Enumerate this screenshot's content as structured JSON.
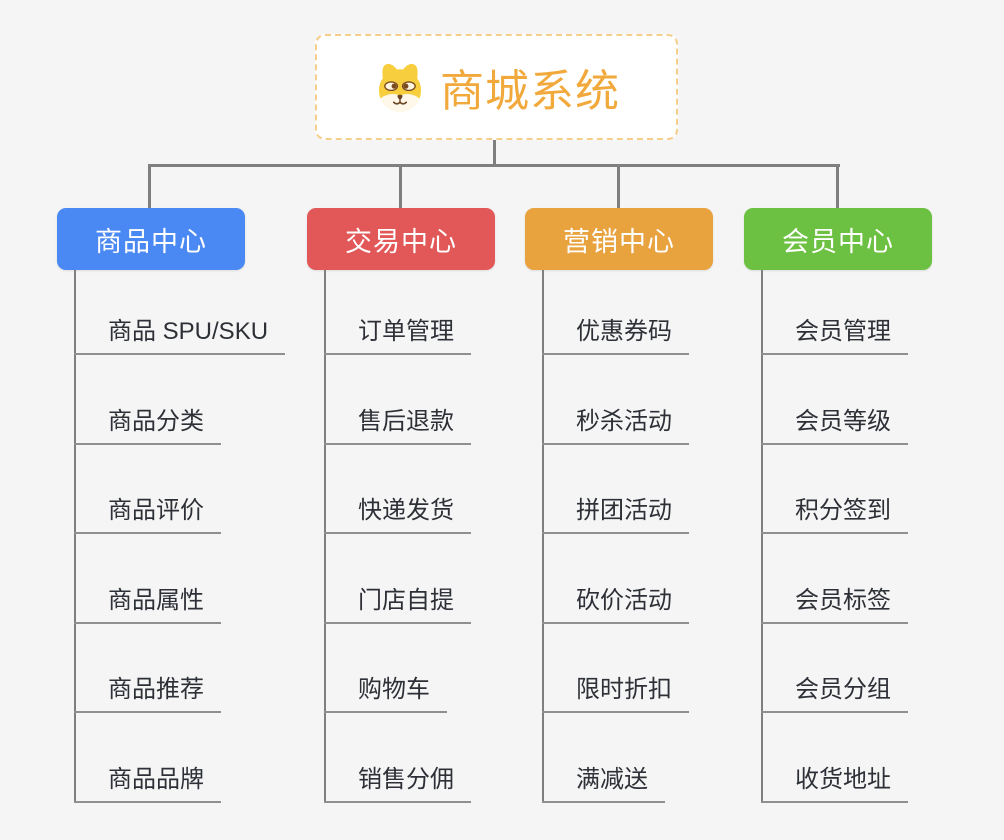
{
  "page": {
    "background": "#f5f5f5",
    "connector_color": "#7f7f7f",
    "leaf_underline_color": "#8f8f8f",
    "leaf_text_color": "#2d3036"
  },
  "root": {
    "title": "商城系统",
    "icon": "dog-icon",
    "text_color": "#f1a93c",
    "border_color": "#f6ce8c",
    "background": "#ffffff"
  },
  "branches": [
    {
      "label": "商品中心",
      "color": "#4a89f3",
      "items": [
        "商品 SPU/SKU",
        "商品分类",
        "商品评价",
        "商品属性",
        "商品推荐",
        "商品品牌"
      ]
    },
    {
      "label": "交易中心",
      "color": "#e25757",
      "items": [
        "订单管理",
        "售后退款",
        "快递发货",
        "门店自提",
        "购物车",
        "销售分佣"
      ]
    },
    {
      "label": "营销中心",
      "color": "#e8a23e",
      "items": [
        "优惠券码",
        "秒杀活动",
        "拼团活动",
        "砍价活动",
        "限时折扣",
        "满减送"
      ]
    },
    {
      "label": "会员中心",
      "color": "#6dc142",
      "items": [
        "会员管理",
        "会员等级",
        "积分签到",
        "会员标签",
        "会员分组",
        "收货地址"
      ]
    }
  ]
}
